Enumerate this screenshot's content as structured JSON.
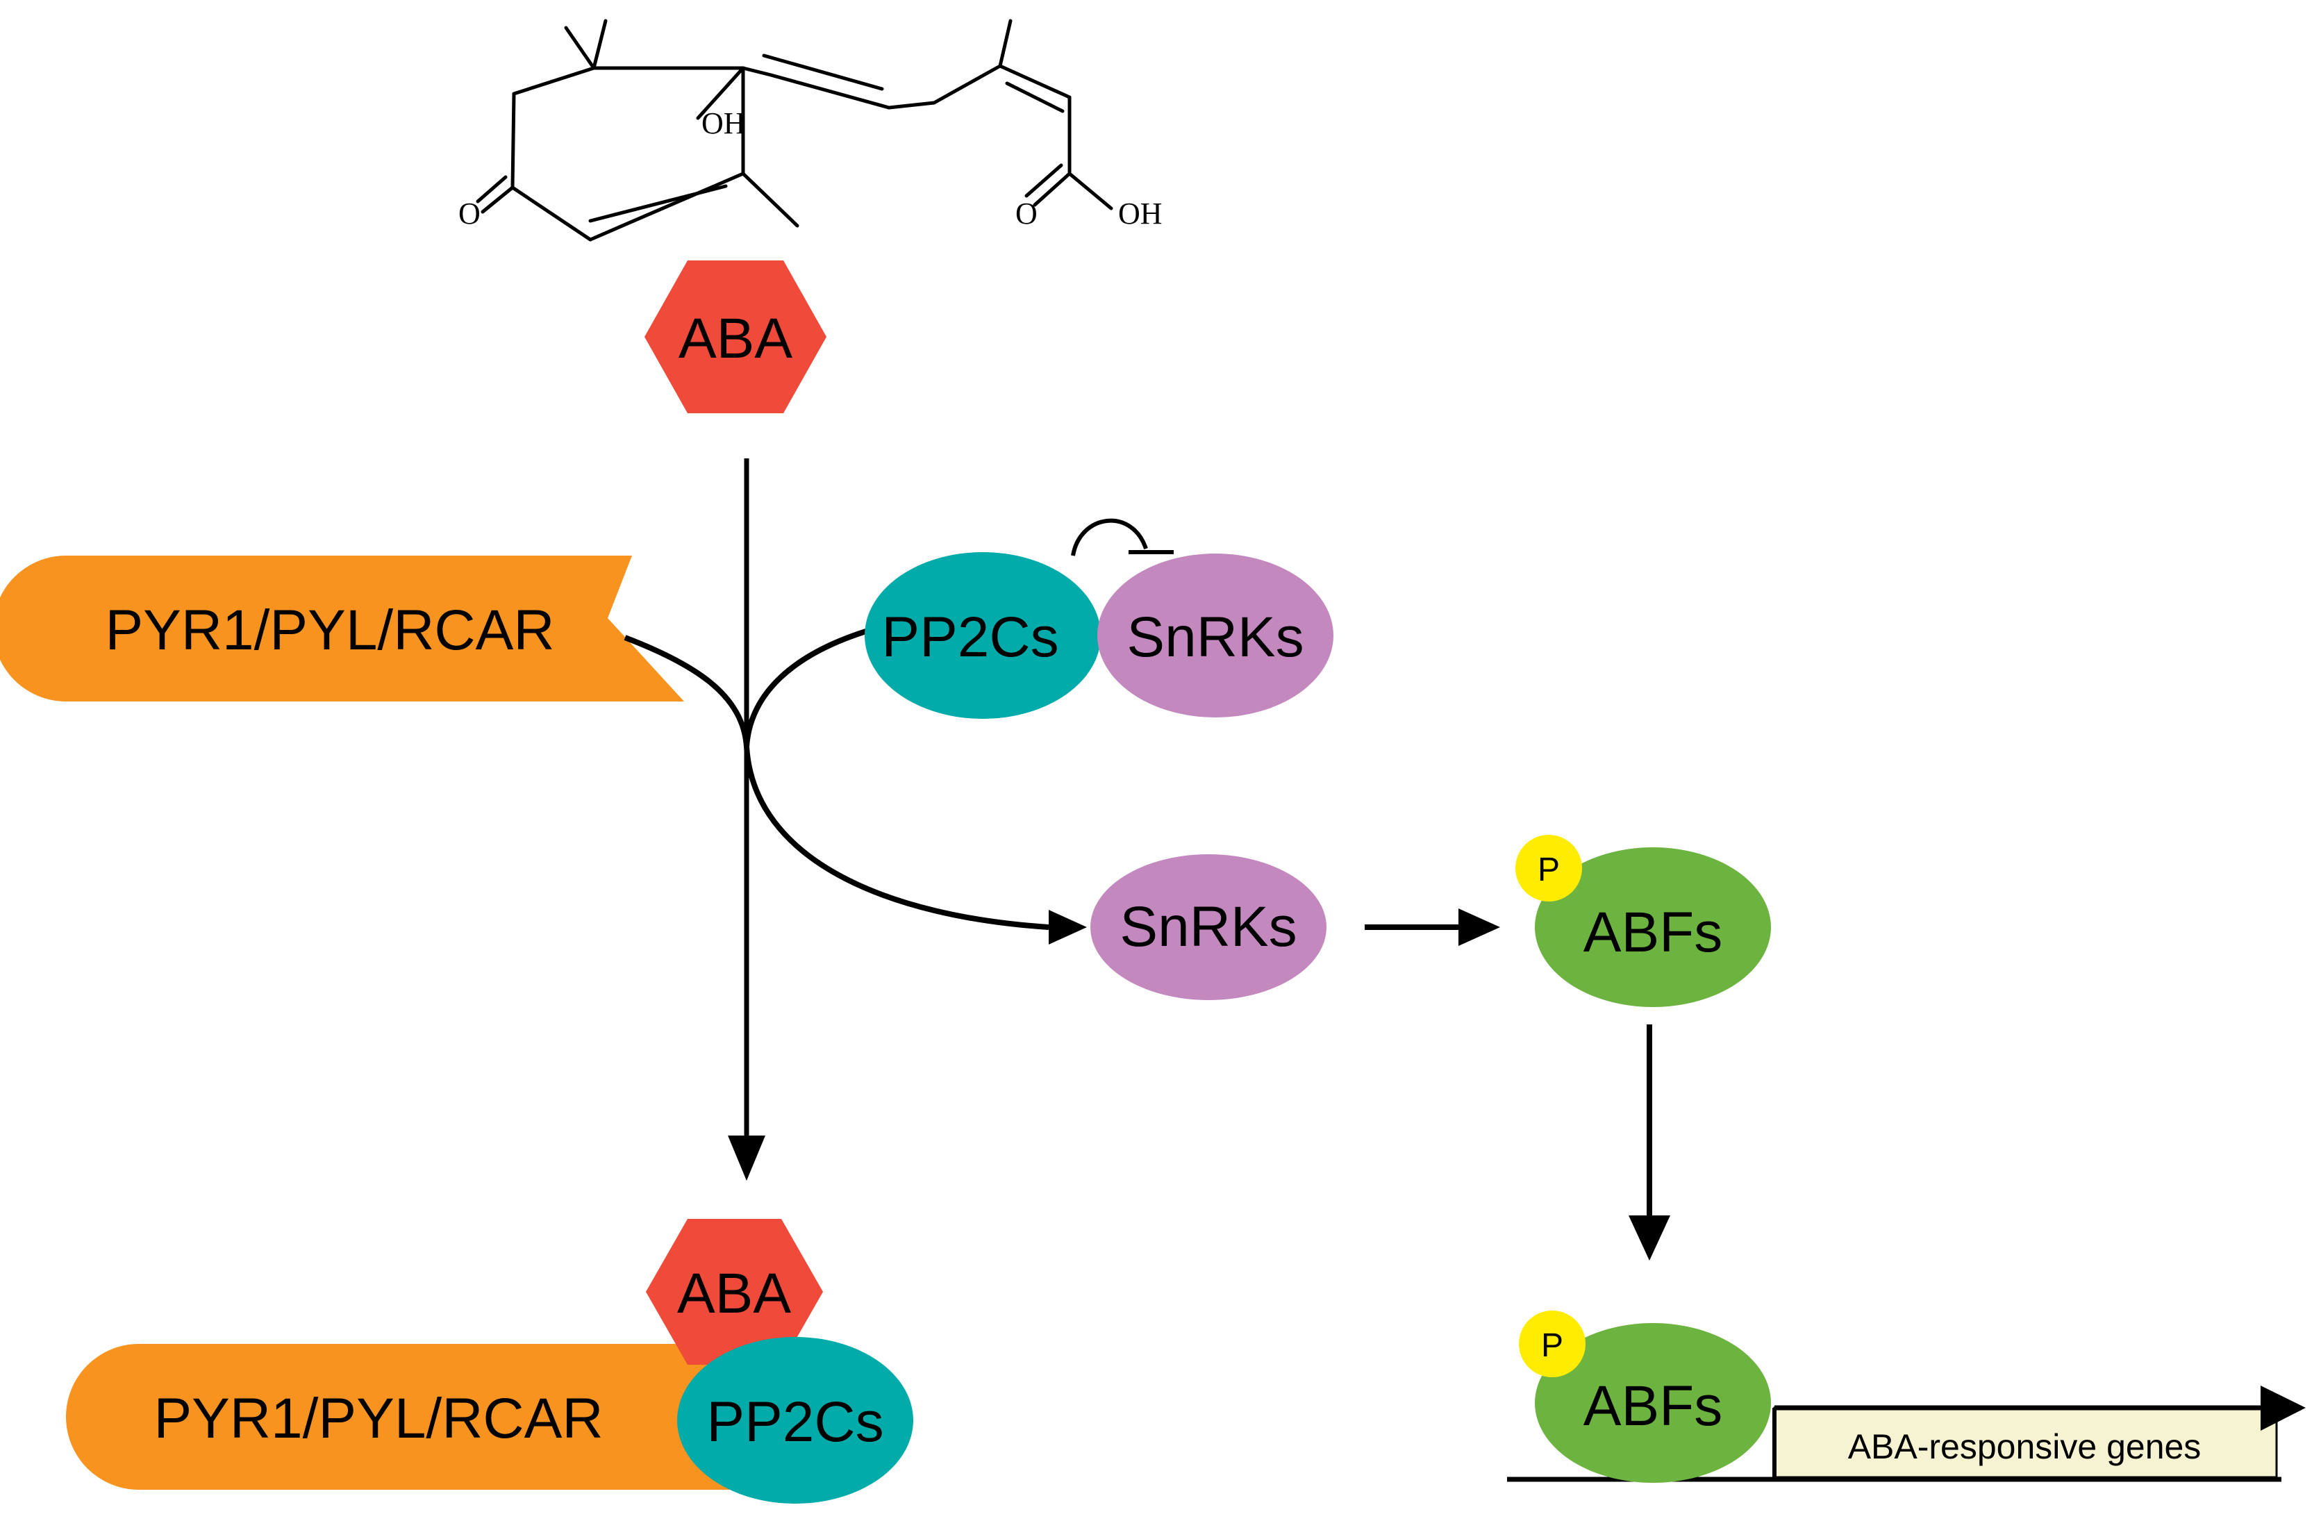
{
  "molecule": {
    "hydroxyl_label": "OH",
    "ketone_label": "O",
    "acid_o_label": "O",
    "acid_oh_label": "OH"
  },
  "aba_top": {
    "label": "ABA",
    "color": "#f04a3a"
  },
  "receptor_top": {
    "label": "PYR1/PYL/RCAR",
    "color": "#f7931e"
  },
  "pp2c_top": {
    "label": "PP2Cs",
    "color": "#00aba9"
  },
  "snrk_top": {
    "label": "SnRKs",
    "color": "#c389bf"
  },
  "snrk_mid": {
    "label": "SnRKs",
    "color": "#c389bf"
  },
  "abf_mid": {
    "label": "ABFs",
    "color": "#6cb33f",
    "phospho_label": "P",
    "phospho_color": "#ffec00"
  },
  "complex": {
    "receptor_label": "PYR1/PYL/RCAR",
    "aba_label": "ABA",
    "pp2c_label": "PP2Cs"
  },
  "abf_bottom": {
    "label": "ABFs",
    "phospho_label": "P"
  },
  "genes": {
    "label": "ABA-responsive genes",
    "box_color": "#f6f3d3"
  }
}
